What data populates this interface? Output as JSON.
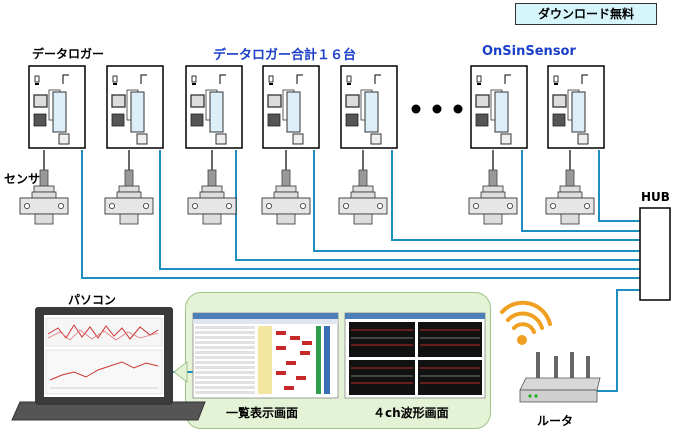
{
  "badge": {
    "download": "ダウンロード無料"
  },
  "labels": {
    "datalogger": "データロガー",
    "datalogger_count": "データロガー合計１６台",
    "product": "OnSinSensor",
    "sensor": "センサ",
    "hub": "HUB",
    "pc": "パソコン",
    "router": "ルータ",
    "list_screen": "一覧表示画面",
    "wave_screen": "４ch波形画面"
  },
  "colors": {
    "cable": "#1b8fc0",
    "accent_text": "#1a3fc8",
    "badge_bg": "#d7f6fb",
    "panel_bg": "#e4f3d6",
    "wifi": "#f0a020"
  }
}
